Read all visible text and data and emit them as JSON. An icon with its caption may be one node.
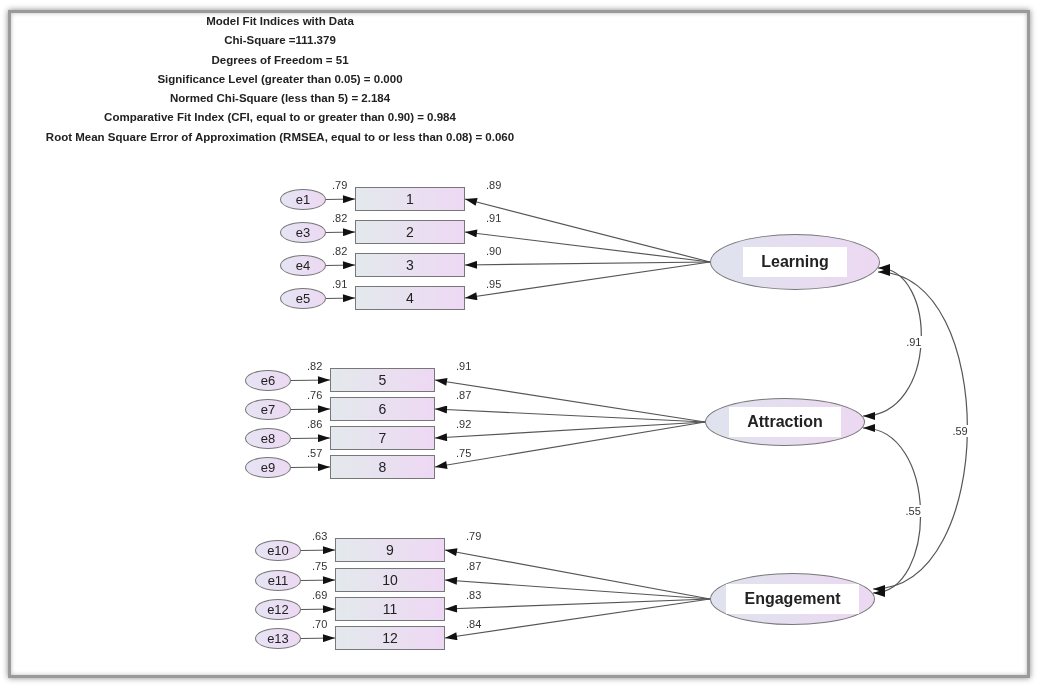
{
  "diagram": {
    "title": "Model Fit Indices with Data",
    "nodes": [
      {
        "text": [
          "Learning"
        ]
      },
      {
        "text": [
          "Attraction"
        ]
      },
      {
        "text": [
          "Engagement"
        ]
      },
      {
        "text": [
          "e1"
        ]
      },
      {
        "text": [
          "1"
        ]
      },
      {
        "text": [
          "e3"
        ]
      },
      {
        "text": [
          "2"
        ]
      },
      {
        "text": [
          "e4"
        ]
      },
      {
        "text": [
          "3"
        ]
      },
      {
        "text": [
          "e5"
        ]
      },
      {
        "text": [
          "4"
        ]
      },
      {
        "text": [
          "e6"
        ]
      },
      {
        "text": [
          "5"
        ]
      },
      {
        "text": [
          "e7"
        ]
      },
      {
        "text": [
          "6"
        ]
      },
      {
        "text": [
          "e8"
        ]
      },
      {
        "text": [
          "7"
        ]
      },
      {
        "text": [
          "e9"
        ]
      },
      {
        "text": [
          "8"
        ]
      },
      {
        "text": [
          "e10"
        ]
      },
      {
        "text": [
          "9"
        ]
      },
      {
        "text": [
          "e11"
        ]
      },
      {
        "text": [
          "10"
        ]
      },
      {
        "text": [
          "e12"
        ]
      },
      {
        "text": [
          "11"
        ]
      },
      {
        "text": [
          "e13"
        ]
      },
      {
        "text": [
          "12"
        ]
      }
    ],
    "edges": [
      {
        "from": 3,
        "to": 4,
        "arrow": "to",
        "label": ".79"
      },
      {
        "from": 5,
        "to": 6,
        "arrow": "to",
        "label": ".82"
      },
      {
        "from": 7,
        "to": 8,
        "arrow": "to",
        "label": ".82"
      },
      {
        "from": 9,
        "to": 10,
        "arrow": "to",
        "label": ".91"
      },
      {
        "from": 11,
        "to": 12,
        "arrow": "to",
        "label": ".82"
      },
      {
        "from": 13,
        "to": 14,
        "arrow": "to",
        "label": ".76"
      },
      {
        "from": 15,
        "to": 16,
        "arrow": "to",
        "label": ".86"
      },
      {
        "from": 17,
        "to": 18,
        "arrow": "to",
        "label": ".57"
      },
      {
        "from": 19,
        "to": 20,
        "arrow": "to",
        "label": ".63"
      },
      {
        "from": 21,
        "to": 22,
        "arrow": "to",
        "label": ".75"
      },
      {
        "from": 23,
        "to": 24,
        "arrow": "to",
        "label": ".69"
      },
      {
        "from": 25,
        "to": 26,
        "arrow": "to",
        "label": ".70"
      },
      {
        "from": 0,
        "to": 4,
        "arrow": "to",
        "label": ".89"
      },
      {
        "from": 0,
        "to": 6,
        "arrow": "to",
        "label": ".91"
      },
      {
        "from": 0,
        "to": 8,
        "arrow": "to",
        "label": ".90"
      },
      {
        "from": 0,
        "to": 10,
        "arrow": "to",
        "label": ".95"
      },
      {
        "from": 1,
        "to": 12,
        "arrow": "to",
        "label": ".91"
      },
      {
        "from": 1,
        "to": 14,
        "arrow": "to",
        "label": ".87"
      },
      {
        "from": 1,
        "to": 16,
        "arrow": "to",
        "label": ".92"
      },
      {
        "from": 1,
        "to": 18,
        "arrow": "to",
        "label": ".75"
      },
      {
        "from": 2,
        "to": 20,
        "arrow": "to",
        "label": ".79"
      },
      {
        "from": 2,
        "to": 22,
        "arrow": "to",
        "label": ".87"
      },
      {
        "from": 2,
        "to": 24,
        "arrow": "to",
        "label": ".83"
      },
      {
        "from": 2,
        "to": 26,
        "arrow": "to",
        "label": ".84"
      },
      {
        "from": 0,
        "to": 1,
        "arrow": "both",
        "label": ".91"
      },
      {
        "from": 1,
        "to": 2,
        "arrow": "both",
        "label": ".55"
      },
      {
        "from": 0,
        "to": 2,
        "arrow": "both",
        "label": ".59"
      }
    ],
    "labels": [
      "Chi-Square =111.379",
      "Degrees of Freedom = 51",
      "Significance Level (greater than 0.05) = 0.000",
      "Normed Chi-Square (less than 5) = 2.184",
      "Comparative Fit Index (CFI, equal to or greater than 0.90) = 0.984",
      "Root Mean Square Error of Approximation (RMSEA, equal to or less than 0.08) = 0.060"
    ]
  }
}
